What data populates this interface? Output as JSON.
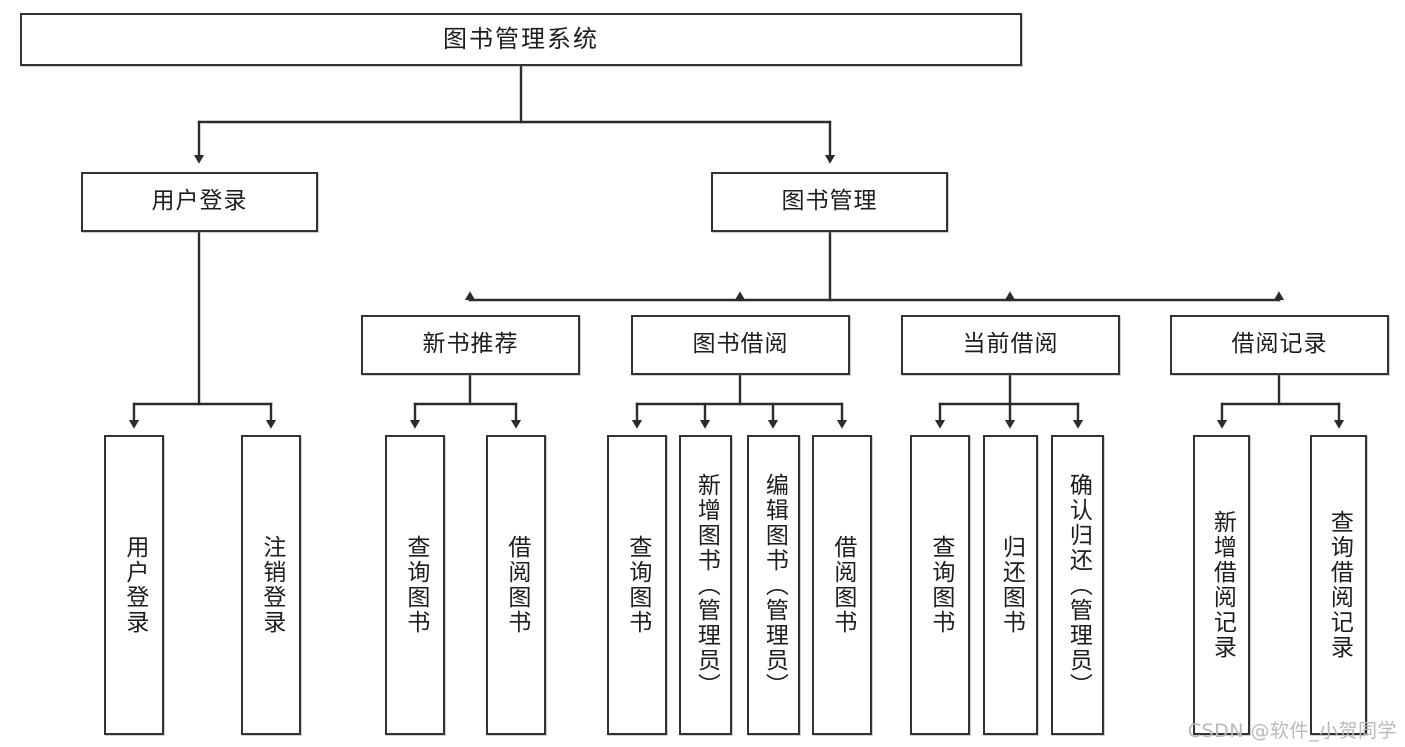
{
  "diagram": {
    "type": "tree-hierarchy",
    "title": "图书管理系统",
    "watermark": "CSDN @软件_小贺同学",
    "colors": {
      "stroke": "#333333",
      "fill": "#ffffff",
      "text": "#1d1d1d",
      "watermark": "#b9b9b9"
    },
    "nodes": {
      "root": {
        "label": "图书管理系统",
        "level": 1,
        "orientation": "horizontal"
      },
      "user_login": {
        "label": "用户登录",
        "level": 2,
        "orientation": "horizontal"
      },
      "book_manage": {
        "label": "图书管理",
        "level": 2,
        "orientation": "horizontal"
      },
      "new_book_rec": {
        "label": "新书推荐",
        "level": 3,
        "orientation": "horizontal"
      },
      "book_borrow": {
        "label": "图书借阅",
        "level": 3,
        "orientation": "horizontal"
      },
      "current_borrow": {
        "label": "当前借阅",
        "level": 3,
        "orientation": "horizontal"
      },
      "borrow_record": {
        "label": "借阅记录",
        "level": 3,
        "orientation": "horizontal"
      },
      "leaf_user_login": {
        "label": "用户登录",
        "level": 4,
        "orientation": "vertical"
      },
      "leaf_logout": {
        "label": "注销登录",
        "level": 4,
        "orientation": "vertical"
      },
      "leaf_query_book_a": {
        "label": "查询图书",
        "level": 4,
        "orientation": "vertical"
      },
      "leaf_borrow_book_a": {
        "label": "借阅图书",
        "level": 4,
        "orientation": "vertical"
      },
      "leaf_query_book_b": {
        "label": "查询图书",
        "level": 4,
        "orientation": "vertical"
      },
      "leaf_add_book": {
        "label": "新增图书（管理员）",
        "level": 4,
        "orientation": "vertical"
      },
      "leaf_edit_book": {
        "label": "编辑图书（管理员）",
        "level": 4,
        "orientation": "vertical"
      },
      "leaf_borrow_book_b": {
        "label": "借阅图书",
        "level": 4,
        "orientation": "vertical"
      },
      "leaf_query_book_c": {
        "label": "查询图书",
        "level": 4,
        "orientation": "vertical"
      },
      "leaf_return_book": {
        "label": "归还图书",
        "level": 4,
        "orientation": "vertical"
      },
      "leaf_confirm_return": {
        "label": "确认归还（管理员）",
        "level": 4,
        "orientation": "vertical"
      },
      "leaf_add_record": {
        "label": "新增借阅记录",
        "level": 4,
        "orientation": "vertical"
      },
      "leaf_query_record": {
        "label": "查询借阅记录",
        "level": 4,
        "orientation": "vertical"
      }
    },
    "edges": [
      {
        "from": "root",
        "to": "user_login"
      },
      {
        "from": "root",
        "to": "book_manage"
      },
      {
        "from": "user_login",
        "to": "leaf_user_login"
      },
      {
        "from": "user_login",
        "to": "leaf_logout"
      },
      {
        "from": "book_manage",
        "to": "new_book_rec"
      },
      {
        "from": "book_manage",
        "to": "book_borrow"
      },
      {
        "from": "book_manage",
        "to": "current_borrow"
      },
      {
        "from": "book_manage",
        "to": "borrow_record"
      },
      {
        "from": "new_book_rec",
        "to": "leaf_query_book_a"
      },
      {
        "from": "new_book_rec",
        "to": "leaf_borrow_book_a"
      },
      {
        "from": "book_borrow",
        "to": "leaf_query_book_b"
      },
      {
        "from": "book_borrow",
        "to": "leaf_add_book"
      },
      {
        "from": "book_borrow",
        "to": "leaf_edit_book"
      },
      {
        "from": "book_borrow",
        "to": "leaf_borrow_book_b"
      },
      {
        "from": "current_borrow",
        "to": "leaf_query_book_c"
      },
      {
        "from": "current_borrow",
        "to": "leaf_return_book"
      },
      {
        "from": "current_borrow",
        "to": "leaf_confirm_return"
      },
      {
        "from": "borrow_record",
        "to": "leaf_add_record"
      },
      {
        "from": "borrow_record",
        "to": "leaf_query_record"
      }
    ]
  }
}
